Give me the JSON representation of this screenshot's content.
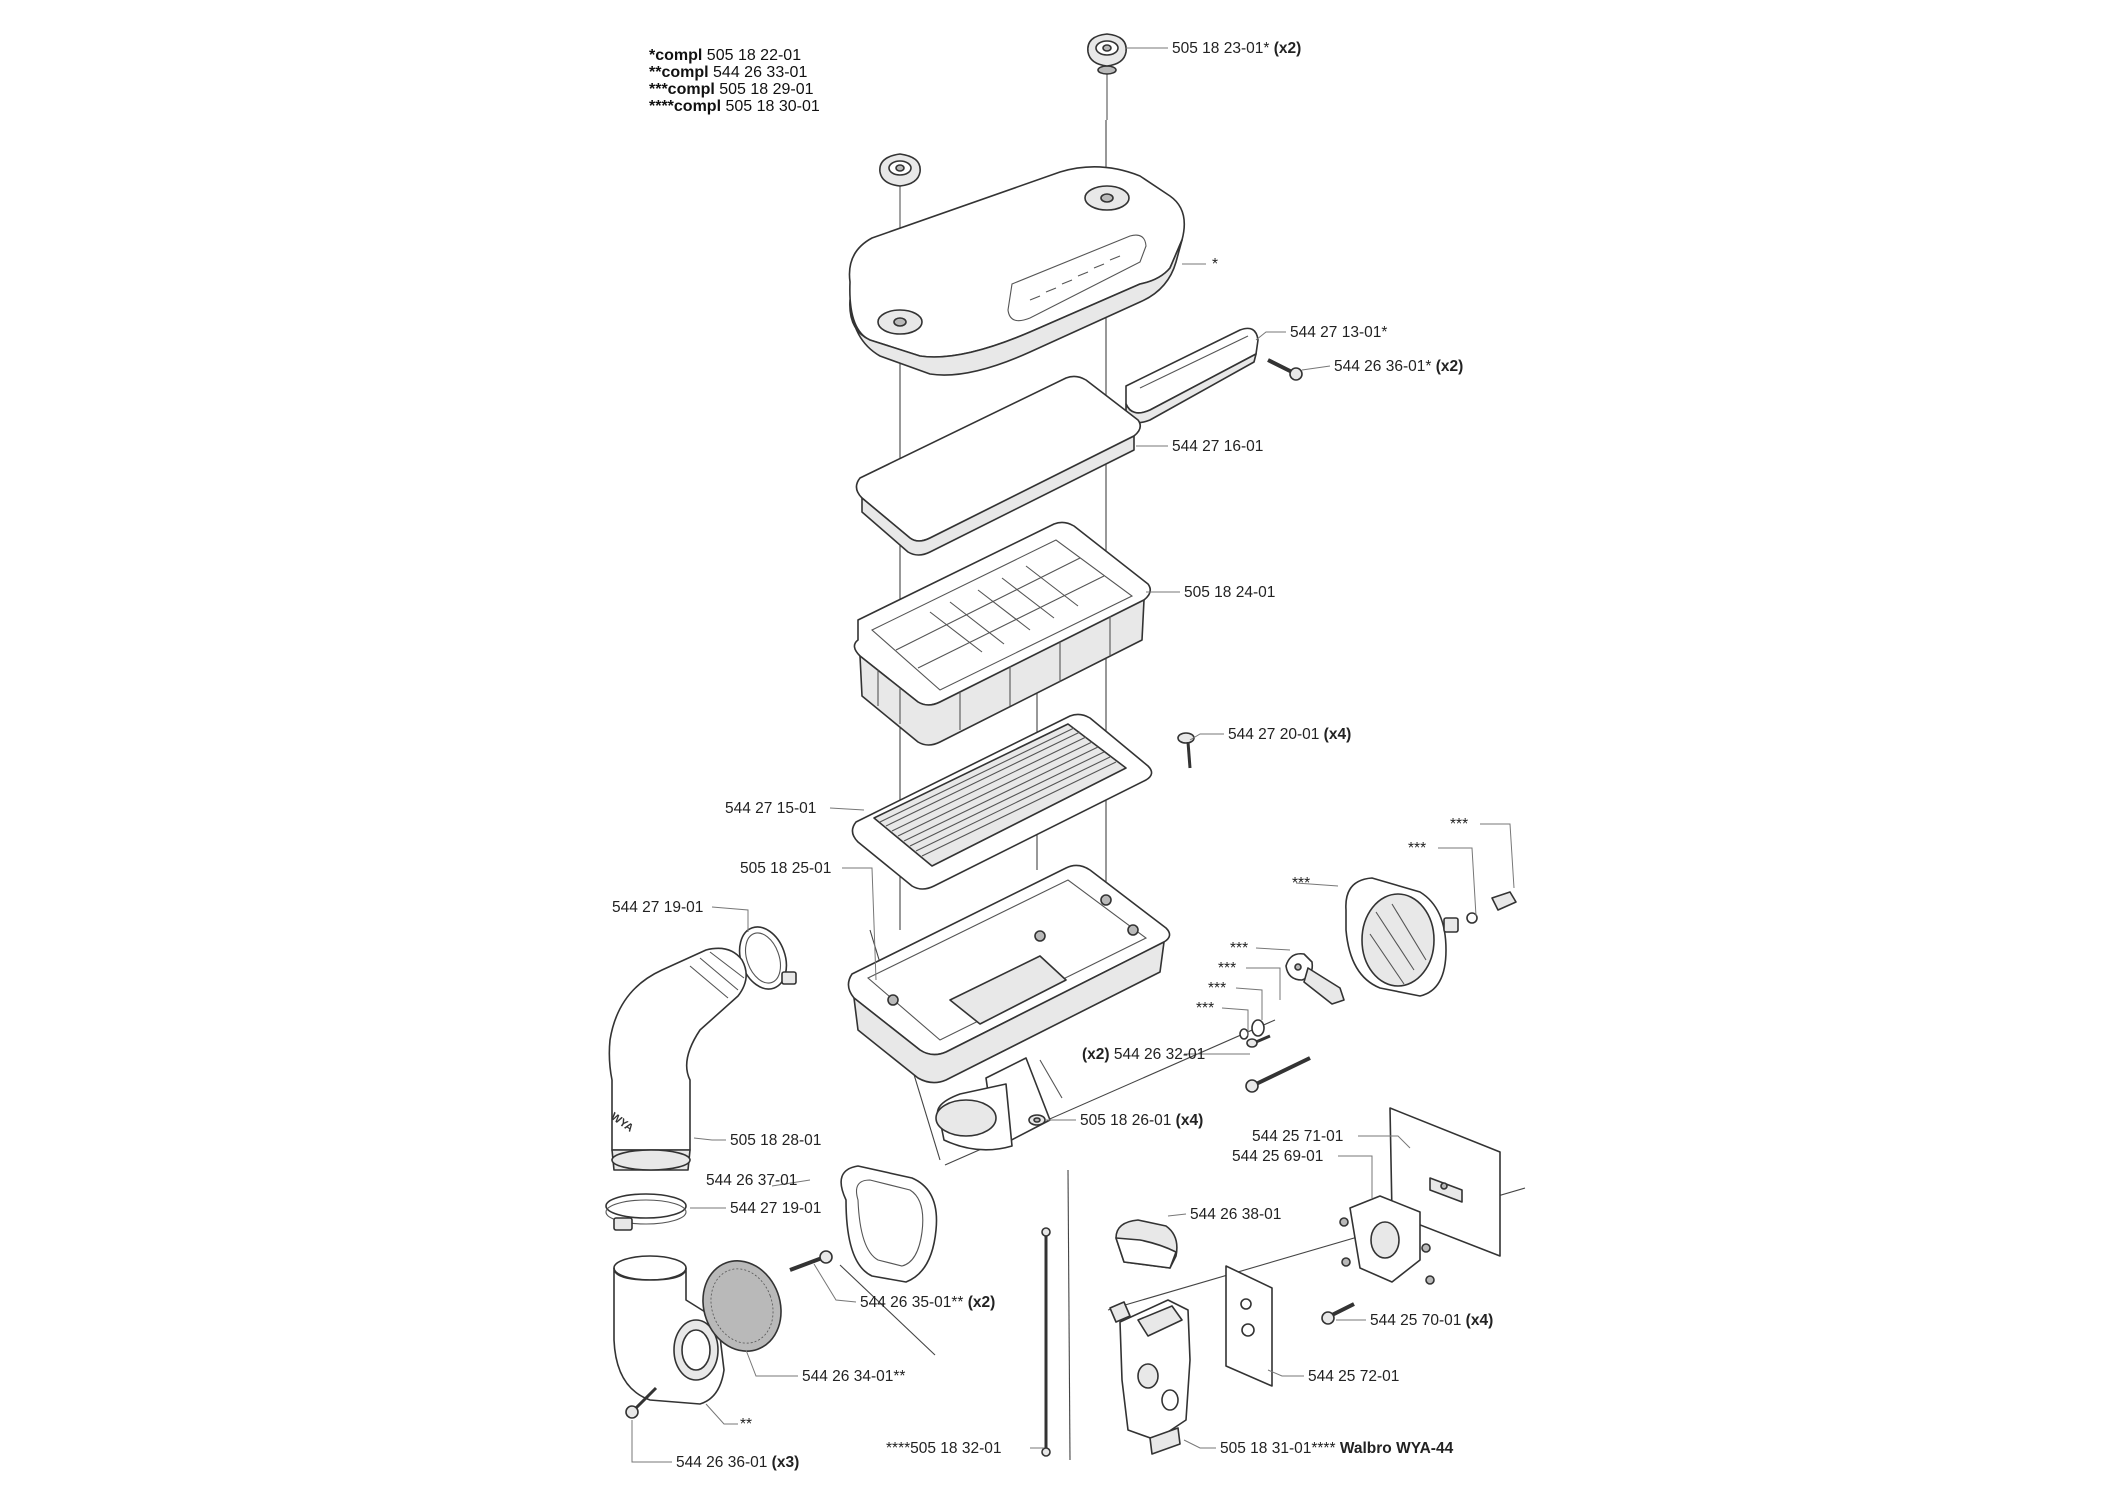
{
  "legend": [
    {
      "mark": "*compl",
      "number": "505 18 22-01"
    },
    {
      "mark": "**compl",
      "number": "544 26 33-01"
    },
    {
      "mark": "***compl",
      "number": "505 18 29-01"
    },
    {
      "mark": "****compl",
      "number": "505 18 30-01"
    }
  ],
  "callouts": {
    "knob": {
      "number": "505 18 23-01*",
      "qty": "(x2)"
    },
    "cover": {
      "number": "*"
    },
    "handle": {
      "number": "544 27 13-01*"
    },
    "handle_screw": {
      "number": "544 26 36-01*",
      "qty": "(x2)"
    },
    "prefilter": {
      "number": "544 27 16-01"
    },
    "filter_frame": {
      "number": "505 18 24-01"
    },
    "screw4": {
      "number": "544 27 20-01",
      "qty": "(x4)"
    },
    "main_filter": {
      "number": "544 27 15-01"
    },
    "filter_base": {
      "number": "505 18 25-01"
    },
    "clamp_top": {
      "number": "544 27 19-01"
    },
    "star_a": {
      "number": "***"
    },
    "star_b": {
      "number": "***"
    },
    "star_c": {
      "number": "***"
    },
    "star_d": {
      "number": "***"
    },
    "star_e": {
      "number": "***"
    },
    "star_f": {
      "number": "***"
    },
    "star_g": {
      "number": "***"
    },
    "screw_x2": {
      "qty": "(x2)",
      "number": "544 26 32-01"
    },
    "grommet": {
      "number": "505 18 26-01",
      "qty": "(x4)"
    },
    "elbow": {
      "number": "505 18 28-01"
    },
    "gasket_ring": {
      "number": "544 26 37-01"
    },
    "clamp_bottom": {
      "number": "544 27 19-01"
    },
    "plate": {
      "number": "544 25 71-01"
    },
    "carb_flange": {
      "number": "544 25 69-01"
    },
    "choke_cap": {
      "number": "544 26 38-01"
    },
    "screw_bolt": {
      "number": "544 26 35-01**",
      "qty": "(x2)"
    },
    "flange_screw": {
      "number": "544 25 70-01",
      "qty": "(x4)"
    },
    "mesh": {
      "number": "544 26 34-01**"
    },
    "carb_gasket": {
      "number": "544 25 72-01"
    },
    "double_star": {
      "number": "**"
    },
    "fuel_line": {
      "number": "****505 18 32-01"
    },
    "carburetor": {
      "number": "505 18 31-01****",
      "model": "Walbro WYA-44"
    },
    "bottom_screw": {
      "number": "544 26 36-01",
      "qty": "(x3)"
    }
  },
  "decal_text": "WYA"
}
